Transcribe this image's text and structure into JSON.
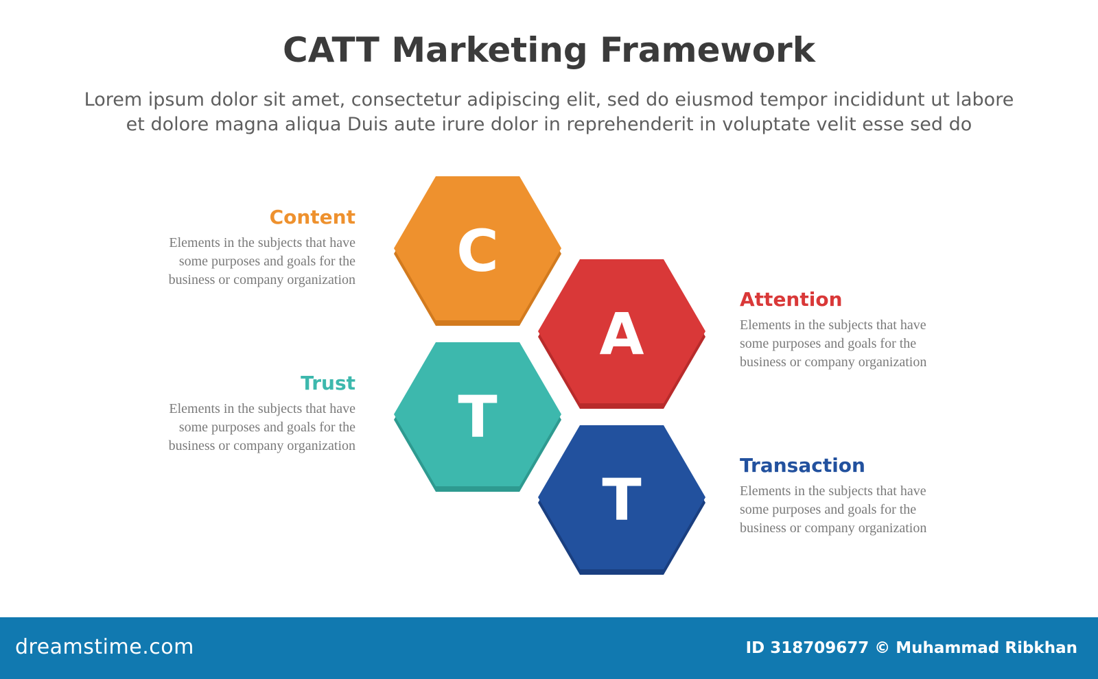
{
  "title": "CATT Marketing Framework",
  "subtitle": {
    "line1": "Lorem ipsum dolor sit amet, consectetur adipiscing elit, sed do eiusmod tempor incididunt ut labore",
    "line2": "et dolore magna aliqua Duis aute irure dolor in reprehenderit in voluptate velit esse sed do"
  },
  "items": [
    {
      "letter": "C",
      "title": "Content",
      "color": "#ee912e",
      "shade": "#d27a1e",
      "desc": [
        "Elements in the subjects that have",
        "some purposes and goals for the",
        "business or company organization"
      ]
    },
    {
      "letter": "A",
      "title": "Attention",
      "color": "#d93838",
      "shade": "#b82b2b",
      "desc": [
        "Elements in the subjects that have",
        "some purposes and goals for the",
        "business or company organization"
      ]
    },
    {
      "letter": "T",
      "title": "Trust",
      "color": "#3db8ad",
      "shade": "#2e9a90",
      "desc": [
        "Elements in the subjects that have",
        "some purposes and goals for the",
        "business or company organization"
      ]
    },
    {
      "letter": "T",
      "title": "Transaction",
      "color": "#22519e",
      "shade": "#1a3f80",
      "desc": [
        "Elements in the subjects that have",
        "some purposes and goals for the",
        "business or company organization"
      ]
    }
  ],
  "watermark": {
    "logo": "dreamstime.com",
    "credit": "ID 318709677 © Muhammad Ribkhan"
  }
}
